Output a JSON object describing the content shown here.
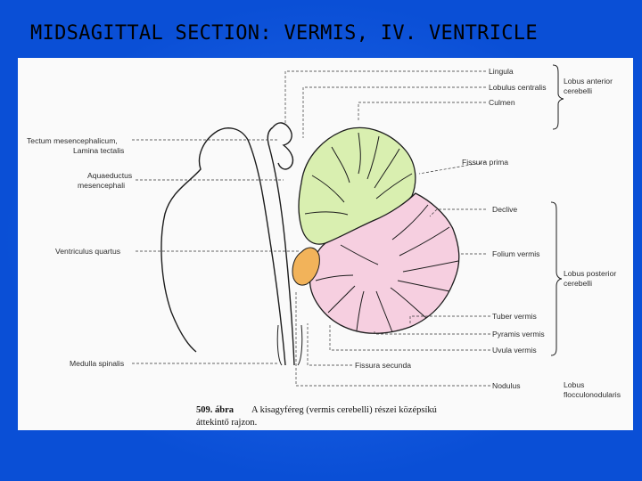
{
  "slide": {
    "title": "MIDSAGITTAL SECTION: VERMIS, IV. VENTRICLE"
  },
  "figure": {
    "left_labels": {
      "tectum_line1": "Tectum mesencephalicum,",
      "tectum_line2": "Lamina tectalis",
      "aquaeductus_line1": "Aquaeductus",
      "aquaeductus_line2": "mesencephali",
      "ventriculus": "Ventriculus quartus",
      "medulla": "Medulla spinalis"
    },
    "right_labels": {
      "lingula": "Lingula",
      "lobulus_centralis": "Lobulus centralis",
      "culmen": "Culmen",
      "fissura_prima": "Fissura prima",
      "declive": "Declive",
      "folium_vermis": "Folium vermis",
      "tuber_vermis": "Tuber vermis",
      "pyramis_vermis": "Pyramis vermis",
      "uvula_vermis": "Uvula vermis",
      "fissura_secunda": "Fissura secunda",
      "nodulus": "Nodulus"
    },
    "group_labels": {
      "anterior_line1": "Lobus anterior",
      "anterior_line2": "cerebelli",
      "posterior_line1": "Lobus posterior",
      "posterior_line2": "cerebelli",
      "flocculo_line1": "Lobus",
      "flocculo_line2": "flocculonodularis"
    },
    "caption": {
      "number": "509. ábra",
      "line1": "A kisagyféreg (vermis cerebelli) részei középsíkú",
      "line2": "áttekintő rajzon."
    },
    "colors": {
      "anterior_lobe": "#d9efb0",
      "posterior_lobe": "#f6cfe0",
      "ventricle": "#f2b35a",
      "background": "#0a4fd6"
    }
  }
}
